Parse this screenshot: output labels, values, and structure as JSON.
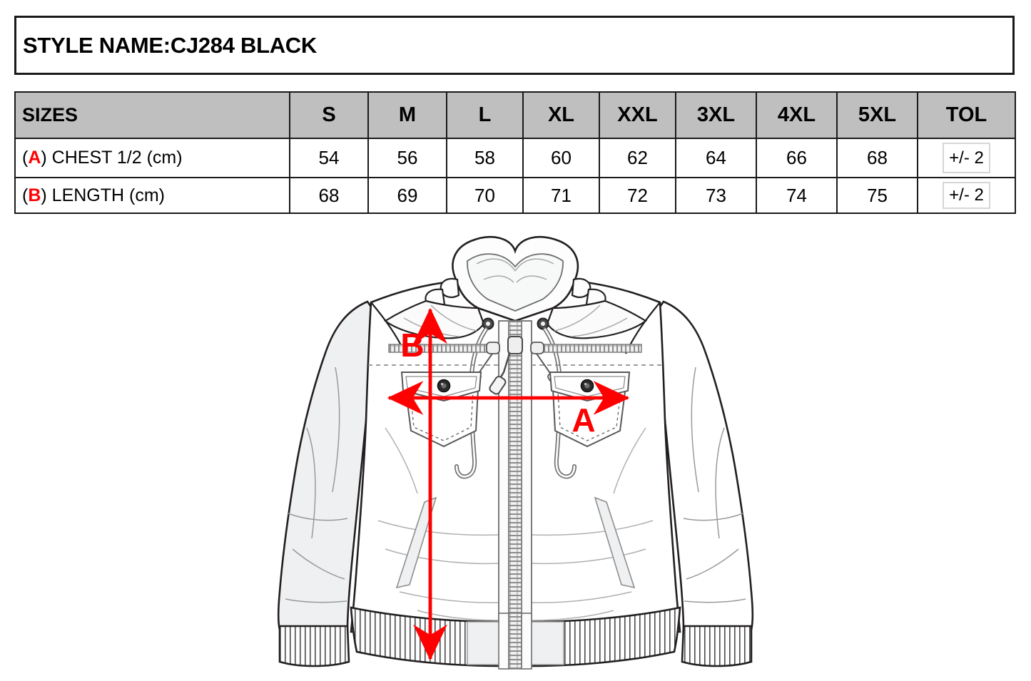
{
  "header": {
    "title": "STYLE NAME:CJ284 BLACK"
  },
  "colors": {
    "header_fill": "#bfbfbf",
    "grid_line": "#1a1a1a",
    "measure_red": "#ff0000",
    "garment_body": "#ffffff",
    "garment_shade": "#eef0f1",
    "garment_outline": "#231f20"
  },
  "chart_data": {
    "type": "table",
    "title": "STYLE NAME:CJ284 BLACK",
    "categories": [
      "S",
      "M",
      "L",
      "XL",
      "XXL",
      "3XL",
      "4XL",
      "5XL"
    ],
    "columns": [
      "SIZES",
      "S",
      "M",
      "L",
      "XL",
      "XXL",
      "3XL",
      "4XL",
      "5XL",
      "TOL"
    ],
    "series": [
      {
        "name": "(A) CHEST 1/2 (cm)",
        "mark": "A",
        "label_prefix": "(",
        "label_suffix": ") CHEST 1/2 (cm)",
        "values": [
          54,
          56,
          58,
          60,
          62,
          64,
          66,
          68
        ],
        "tolerance": "+/- 2"
      },
      {
        "name": "(B) LENGTH (cm)",
        "mark": "B",
        "label_prefix": "(",
        "label_suffix": ") LENGTH (cm)",
        "values": [
          68,
          69,
          70,
          71,
          72,
          73,
          74,
          75
        ],
        "tolerance": "+/- 2"
      }
    ],
    "xlabel": "",
    "ylabel": "",
    "grid": true,
    "legend": "none"
  },
  "table": {
    "header": {
      "sizes_label": "SIZES",
      "s": "S",
      "m": "M",
      "l": "L",
      "xl": "XL",
      "xxl": "XXL",
      "xxxl": "3XL",
      "xxxxl": "4XL",
      "xxxxxl": "5XL",
      "tol": "TOL"
    },
    "row_chest": {
      "paren_open": "(",
      "mark": "A",
      "rest": ") CHEST 1/2 (cm)",
      "s": "54",
      "m": "56",
      "l": "58",
      "xl": "60",
      "xxl": "62",
      "xxxl": "64",
      "xxxxl": "66",
      "xxxxxl": "68",
      "tol": "+/- 2"
    },
    "row_length": {
      "paren_open": "(",
      "mark": "B",
      "rest": ") LENGTH (cm)",
      "s": "68",
      "m": "69",
      "l": "70",
      "xl": "71",
      "xxl": "72",
      "xxxl": "73",
      "xxxxl": "74",
      "xxxxxl": "75",
      "tol": "+/- 2"
    }
  },
  "illustration": {
    "garment": "hooded-zip-jacket-technical-flat",
    "measure_a_label": "A",
    "measure_b_label": "B",
    "measure_a_name": "chest-half-width-arrow",
    "measure_b_name": "body-length-arrow"
  }
}
